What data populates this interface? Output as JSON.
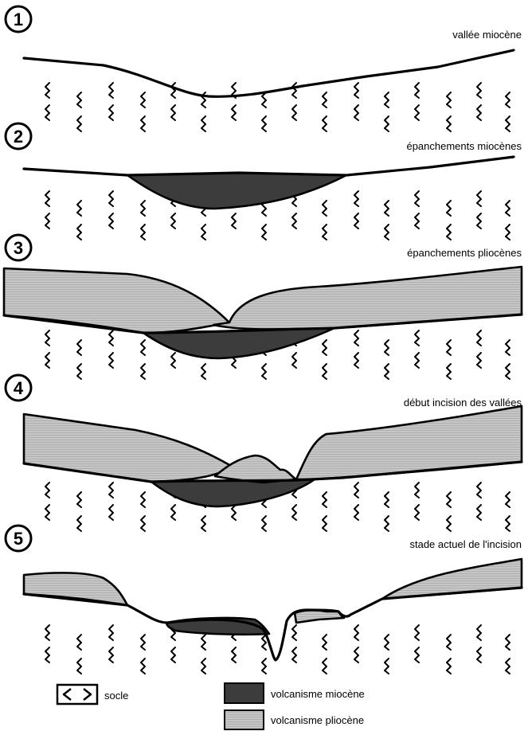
{
  "stages": [
    {
      "number": "1",
      "title": "vallée miocène"
    },
    {
      "number": "2",
      "title": "épanchements miocènes"
    },
    {
      "number": "3",
      "title": "épanchements pliocènes"
    },
    {
      "number": "4",
      "title": "début incision des vallées"
    },
    {
      "number": "5",
      "title": "stade actuel de l'incision"
    }
  ],
  "legend": {
    "socle_label": "socle",
    "miocene_label": "volcanisme miocène",
    "pliocene_label": "volcanisme pliocène"
  },
  "colors": {
    "miocene": "#3c3c3c",
    "pliocene": "#c4c4c4",
    "outline": "#000000"
  },
  "icons": {
    "socle": "basement-squiggle-icon",
    "stage_number": "circled-number"
  }
}
